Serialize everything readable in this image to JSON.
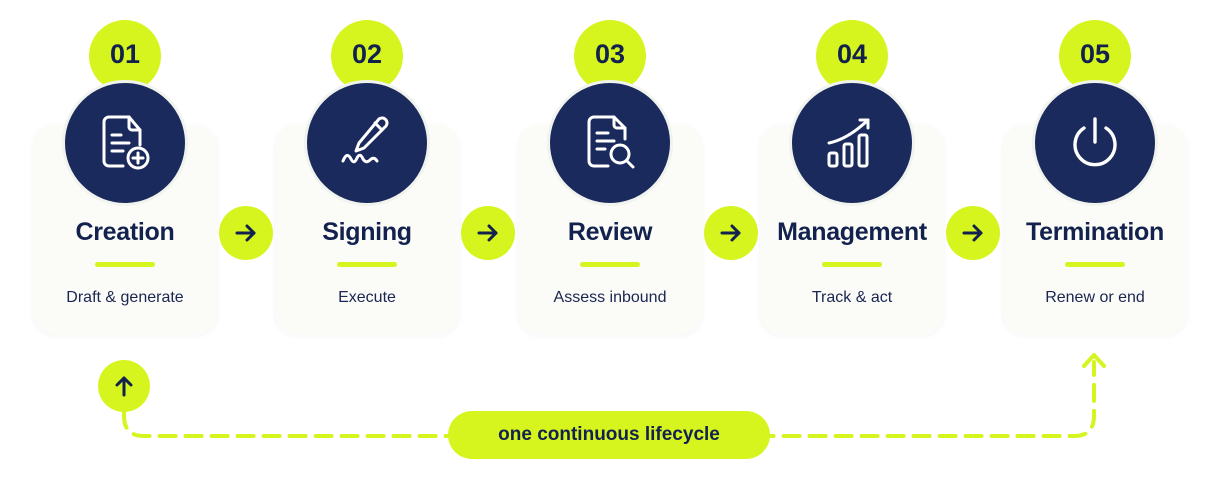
{
  "stages": [
    {
      "number": "01",
      "title": "Creation",
      "subtitle": "Draft & generate",
      "icon": "document-plus-icon"
    },
    {
      "number": "02",
      "title": "Signing",
      "subtitle": "Execute",
      "icon": "pen-signature-icon"
    },
    {
      "number": "03",
      "title": "Review",
      "subtitle": "Assess inbound",
      "icon": "document-search-icon"
    },
    {
      "number": "04",
      "title": "Management",
      "subtitle": "Track & act",
      "icon": "growth-chart-icon"
    },
    {
      "number": "05",
      "title": "Termination",
      "subtitle": "Renew or end",
      "icon": "power-icon"
    }
  ],
  "connectors": [
    "arrow-right-icon",
    "arrow-right-icon",
    "arrow-right-icon",
    "arrow-right-icon"
  ],
  "loop": {
    "label": "one continuous lifecycle",
    "start_icon": "arrow-up-icon",
    "end_icon": "chevron-up-icon"
  },
  "colors": {
    "accent": "#d6f51f",
    "navy": "#1b2a5c",
    "text": "#12214e",
    "card": "#fbfcf8"
  }
}
